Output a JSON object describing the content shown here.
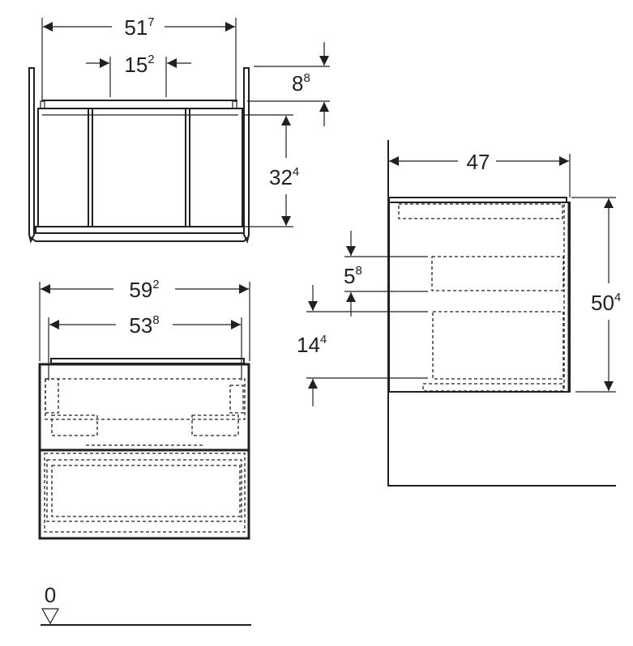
{
  "colors": {
    "line": "#231f20",
    "background": "#ffffff"
  },
  "units_note": "",
  "top_view": {
    "width_outer": {
      "main": "51",
      "sup": "7"
    },
    "width_inner": {
      "main": "15",
      "sup": "2"
    },
    "top_offset": {
      "main": "8",
      "sup": "8"
    },
    "inner_height": {
      "main": "32",
      "sup": "4"
    }
  },
  "front_view": {
    "overall_width": {
      "main": "59",
      "sup": "2"
    },
    "inner_width": {
      "main": "53",
      "sup": "8"
    }
  },
  "side_view": {
    "depth": {
      "main": "47",
      "sup": ""
    },
    "height": {
      "main": "50",
      "sup": "4"
    },
    "gap": {
      "main": "5",
      "sup": "8"
    },
    "drawer_height": {
      "main": "14",
      "sup": "4"
    }
  },
  "floor_reference": {
    "label": "0"
  }
}
